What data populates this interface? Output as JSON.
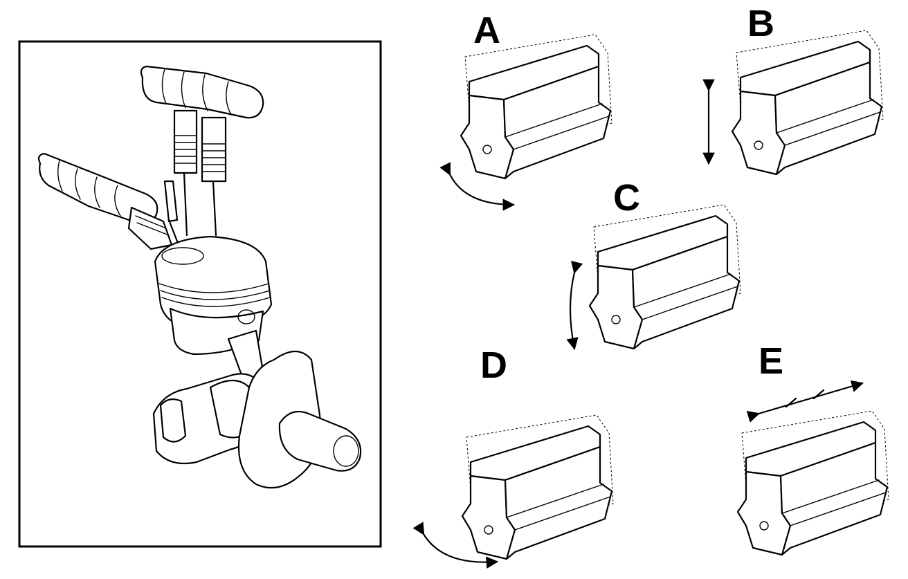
{
  "labels": {
    "a": "A",
    "b": "B",
    "c": "C",
    "d": "D",
    "e": "E"
  },
  "icons": {
    "engine": "engine-cutaway-icon",
    "block": "engine-block-icon",
    "rotate_arrow": "curved-double-arrow-icon",
    "vertical_arrow": "vertical-double-arrow-icon",
    "horizontal_arrow": "horizontal-double-arrow-icon"
  },
  "colors": {
    "ink": "#000000",
    "paper": "#ffffff"
  }
}
